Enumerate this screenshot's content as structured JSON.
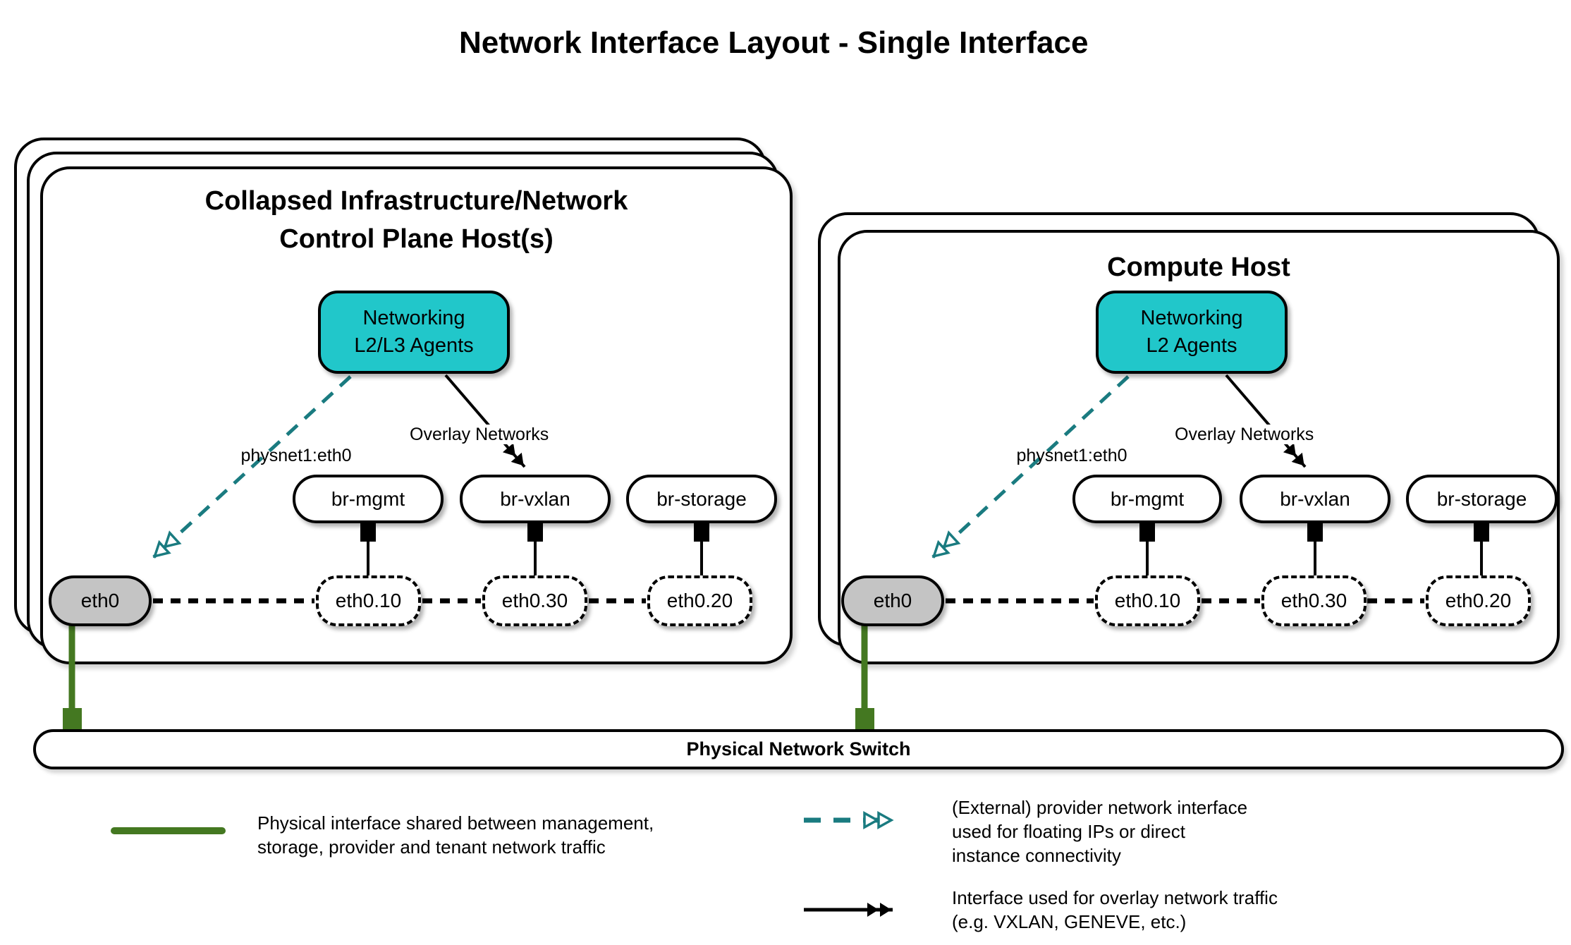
{
  "title": "Network Interface Layout - Single Interface",
  "hosts": [
    {
      "title_line1": "Collapsed Infrastructure/Network",
      "title_line2": "Control Plane Host(s)",
      "agent_line1": "Networking",
      "agent_line2": "L2/L3 Agents",
      "physnet_label": "physnet1:eth0",
      "overlay_label": "Overlay Networks",
      "bridges": [
        "br-mgmt",
        "br-vxlan",
        "br-storage"
      ],
      "vlans": [
        "eth0.10",
        "eth0.30",
        "eth0.20"
      ],
      "interface": "eth0"
    },
    {
      "title_line1": "Compute Host",
      "title_line2": "",
      "agent_line1": "Networking",
      "agent_line2": "L2 Agents",
      "physnet_label": "physnet1:eth0",
      "overlay_label": "Overlay Networks",
      "bridges": [
        "br-mgmt",
        "br-vxlan",
        "br-storage"
      ],
      "vlans": [
        "eth0.10",
        "eth0.30",
        "eth0.20"
      ],
      "interface": "eth0"
    }
  ],
  "switch": {
    "label": "Physical Network Switch"
  },
  "legend": {
    "items": [
      {
        "symbol": "green-solid-line",
        "lines": [
          "Physical interface shared between management,",
          "storage, provider and tenant network traffic"
        ]
      },
      {
        "symbol": "teal-dashed-double-arrow",
        "lines": [
          "(External) provider network interface",
          "used for floating IPs or direct",
          "instance connectivity"
        ]
      },
      {
        "symbol": "black-solid-double-arrow",
        "lines": [
          "Interface used for overlay network traffic",
          "(e.g. VXLAN, GENEVE, etc.)"
        ]
      }
    ]
  },
  "colors": {
    "teal_fill": "#21C7CA",
    "teal_line": "#1A7B80",
    "green": "#447821",
    "gray": "#C4C4C4",
    "black": "#000000"
  }
}
